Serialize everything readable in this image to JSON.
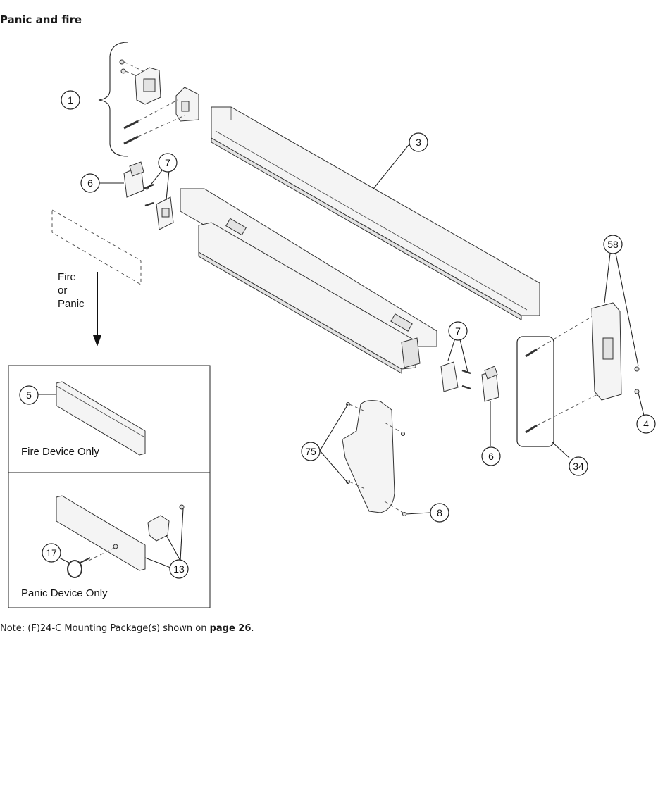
{
  "page_title": "Panic and fire",
  "note": {
    "prefix": "Note: (F)24-C Mounting Package(s) shown on ",
    "link": "page 26",
    "suffix": "."
  },
  "arrow_label": {
    "line1": "Fire",
    "line2": "or",
    "line3": "Panic"
  },
  "inset_fire": {
    "caption": "Fire Device Only"
  },
  "inset_panic": {
    "caption": "Panic Device Only"
  },
  "callouts": {
    "c1": "1",
    "c3": "3",
    "c4": "4",
    "c5": "5",
    "c6a": "6",
    "c6b": "6",
    "c7a": "7",
    "c7b": "7",
    "c8": "8",
    "c13": "13",
    "c17": "17",
    "c34": "34",
    "c58": "58",
    "c75": "75"
  }
}
